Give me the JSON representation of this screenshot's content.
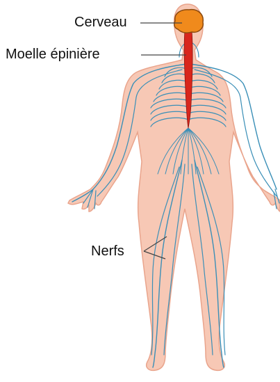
{
  "labels": {
    "brain": "Cerveau",
    "spinal_cord": "Moelle épinière",
    "nerves": "Nerfs"
  },
  "colors": {
    "skin": "#f7c8b5",
    "skin_outline": "#e9a48c",
    "brain": "#f08a1c",
    "brain_outline": "#8a4a10",
    "spinal_cord": "#d8261c",
    "nerves": "#3a8fb7",
    "leader_line": "#444444"
  }
}
